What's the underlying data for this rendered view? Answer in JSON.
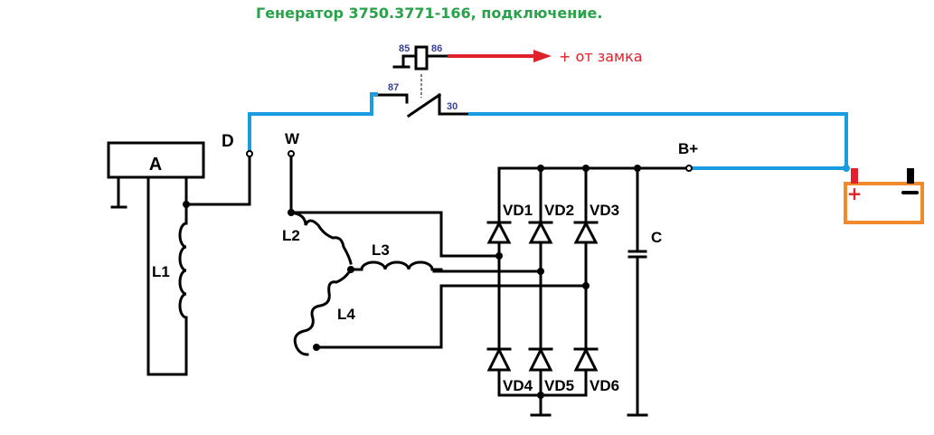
{
  "title": "Генератор 3750.3771-166, подключение.",
  "colors": {
    "title": "#2aa24a",
    "wire_external": "#1a9de0",
    "ignition_wire": "#e0202a",
    "battery_outline": "#f08a2a",
    "pin_labels": "#3a3f9a",
    "wire": "#000000"
  },
  "relay": {
    "pins": {
      "coil_left": "85",
      "coil_right": "86",
      "nc_contact": "87",
      "common": "30"
    },
    "ignition_label": "+ от замка"
  },
  "terminals": {
    "d": "D",
    "w": "W",
    "b_plus": "B+"
  },
  "regulator": {
    "label": "A"
  },
  "coils": {
    "field": "L1",
    "stator": [
      "L2",
      "L3",
      "L4"
    ]
  },
  "diodes": {
    "upper": [
      "VD1",
      "VD2",
      "VD3"
    ],
    "lower": [
      "VD4",
      "VD5",
      "VD6"
    ]
  },
  "capacitor": {
    "label": "C"
  },
  "battery": {
    "plus": "+",
    "minus": "−"
  }
}
